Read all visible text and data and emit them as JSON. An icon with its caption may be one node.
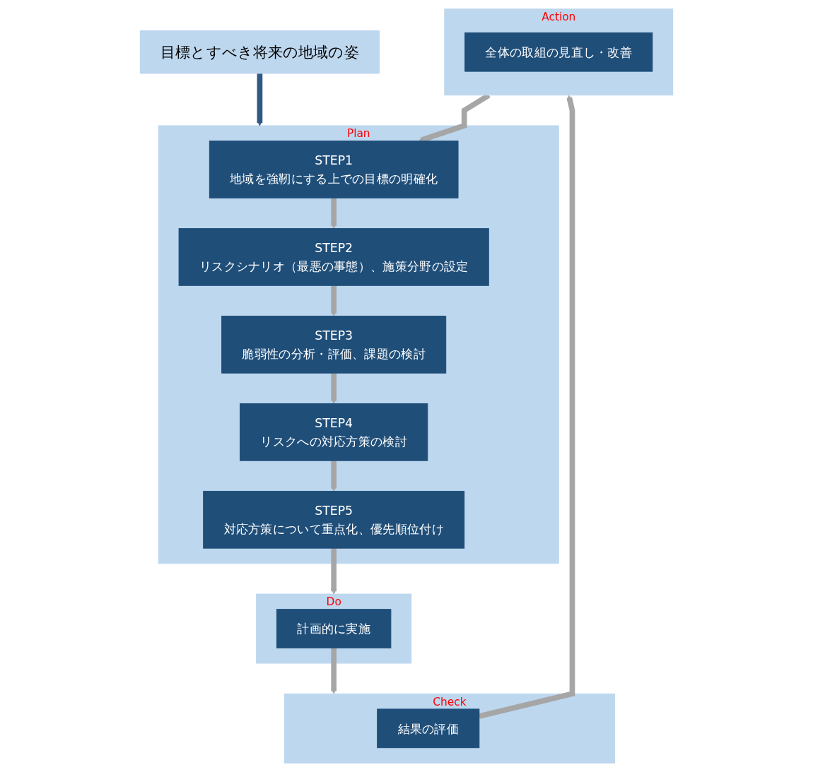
{
  "diagram": {
    "nodes": [
      {
        "text": [
          "目標とすべき将来の地域の姿"
        ]
      },
      {
        "text": [
          "Plan"
        ]
      },
      {
        "text": [
          "STEP1",
          "地域を強靭にする上での目標の明確化"
        ],
        "in": 1
      },
      {
        "text": [
          "STEP2",
          "リスクシナリオ（最悪の事態）、施策分野の設定"
        ],
        "in": 1
      },
      {
        "text": [
          "STEP3",
          "脆弱性の分析・評価、課題の検討"
        ],
        "in": 1
      },
      {
        "text": [
          "STEP4",
          "リスクへの対応方策の検討"
        ],
        "in": 1
      },
      {
        "text": [
          "STEP5",
          "対応方策について重点化、優先順位付け"
        ],
        "in": 1
      },
      {
        "text": [
          "Do"
        ]
      },
      {
        "text": [
          "計画的に実施"
        ],
        "in": 7
      },
      {
        "text": [
          "Check"
        ]
      },
      {
        "text": [
          "結果の評価"
        ],
        "in": 9
      },
      {
        "text": [
          "Action"
        ]
      },
      {
        "text": [
          "全体の取組の見直し・改善"
        ],
        "in": 11
      }
    ],
    "edges": [
      {
        "from": 0,
        "to": 1,
        "arrow": "to",
        "color": "#2f5a86"
      },
      {
        "from": 2,
        "to": 3,
        "arrow": "to"
      },
      {
        "from": 3,
        "to": 4,
        "arrow": "to"
      },
      {
        "from": 4,
        "to": 5,
        "arrow": "to"
      },
      {
        "from": 5,
        "to": 6,
        "arrow": "to"
      },
      {
        "from": 6,
        "to": 7,
        "arrow": "to"
      },
      {
        "from": 8,
        "to": 9,
        "arrow": "to"
      },
      {
        "from": 10,
        "to": 11,
        "arrow": "to"
      },
      {
        "from": 11,
        "to": 2,
        "arrow": "to"
      }
    ]
  }
}
